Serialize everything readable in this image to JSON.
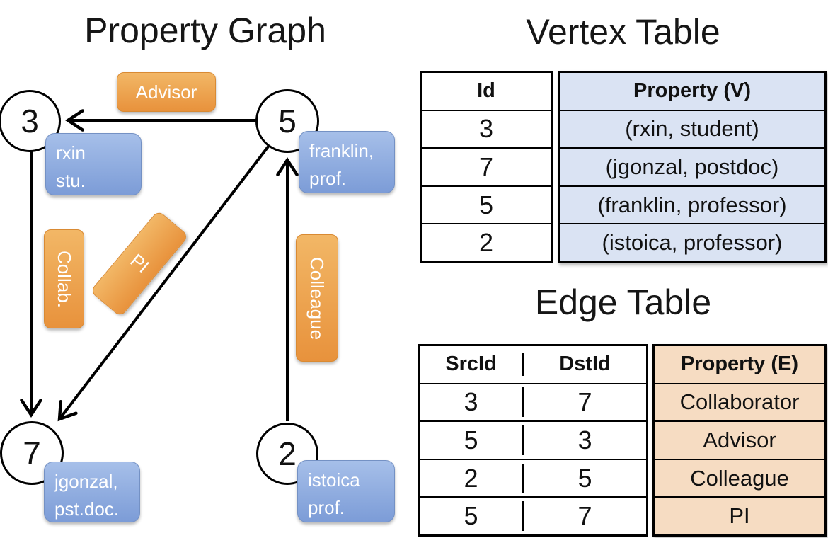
{
  "accent_colors": {
    "edge_label_orange": "#EC9A3C",
    "node_property_blue": "#87A4DB",
    "vertex_property_fill": "#DAE3F3",
    "edge_property_fill": "#F6DCC2"
  },
  "graph": {
    "title": "Property Graph",
    "nodes": [
      {
        "id": "3",
        "property_line1": "rxin",
        "property_line2": "stu."
      },
      {
        "id": "5",
        "property_line1": "franklin,",
        "property_line2": "prof."
      },
      {
        "id": "7",
        "property_line1": "jgonzal,",
        "property_line2": "pst.doc."
      },
      {
        "id": "2",
        "property_line1": "istoica",
        "property_line2": "prof."
      }
    ],
    "edges": [
      {
        "src": "5",
        "dst": "3",
        "label": "Advisor"
      },
      {
        "src": "3",
        "dst": "7",
        "label": "Collab."
      },
      {
        "src": "5",
        "dst": "7",
        "label": "PI"
      },
      {
        "src": "2",
        "dst": "5",
        "label": "Colleague"
      }
    ]
  },
  "vertex_table": {
    "title": "Vertex Table",
    "columns": [
      "Id",
      "Property (V)"
    ],
    "rows": [
      [
        "3",
        "(rxin, student)"
      ],
      [
        "7",
        "(jgonzal, postdoc)"
      ],
      [
        "5",
        "(franklin, professor)"
      ],
      [
        "2",
        "(istoica, professor)"
      ]
    ]
  },
  "edge_table": {
    "title": "Edge Table",
    "columns": [
      "SrcId",
      "DstId",
      "Property (E)"
    ],
    "rows": [
      [
        "3",
        "7",
        "Collaborator"
      ],
      [
        "5",
        "3",
        "Advisor"
      ],
      [
        "2",
        "5",
        "Colleague"
      ],
      [
        "5",
        "7",
        "PI"
      ]
    ]
  }
}
